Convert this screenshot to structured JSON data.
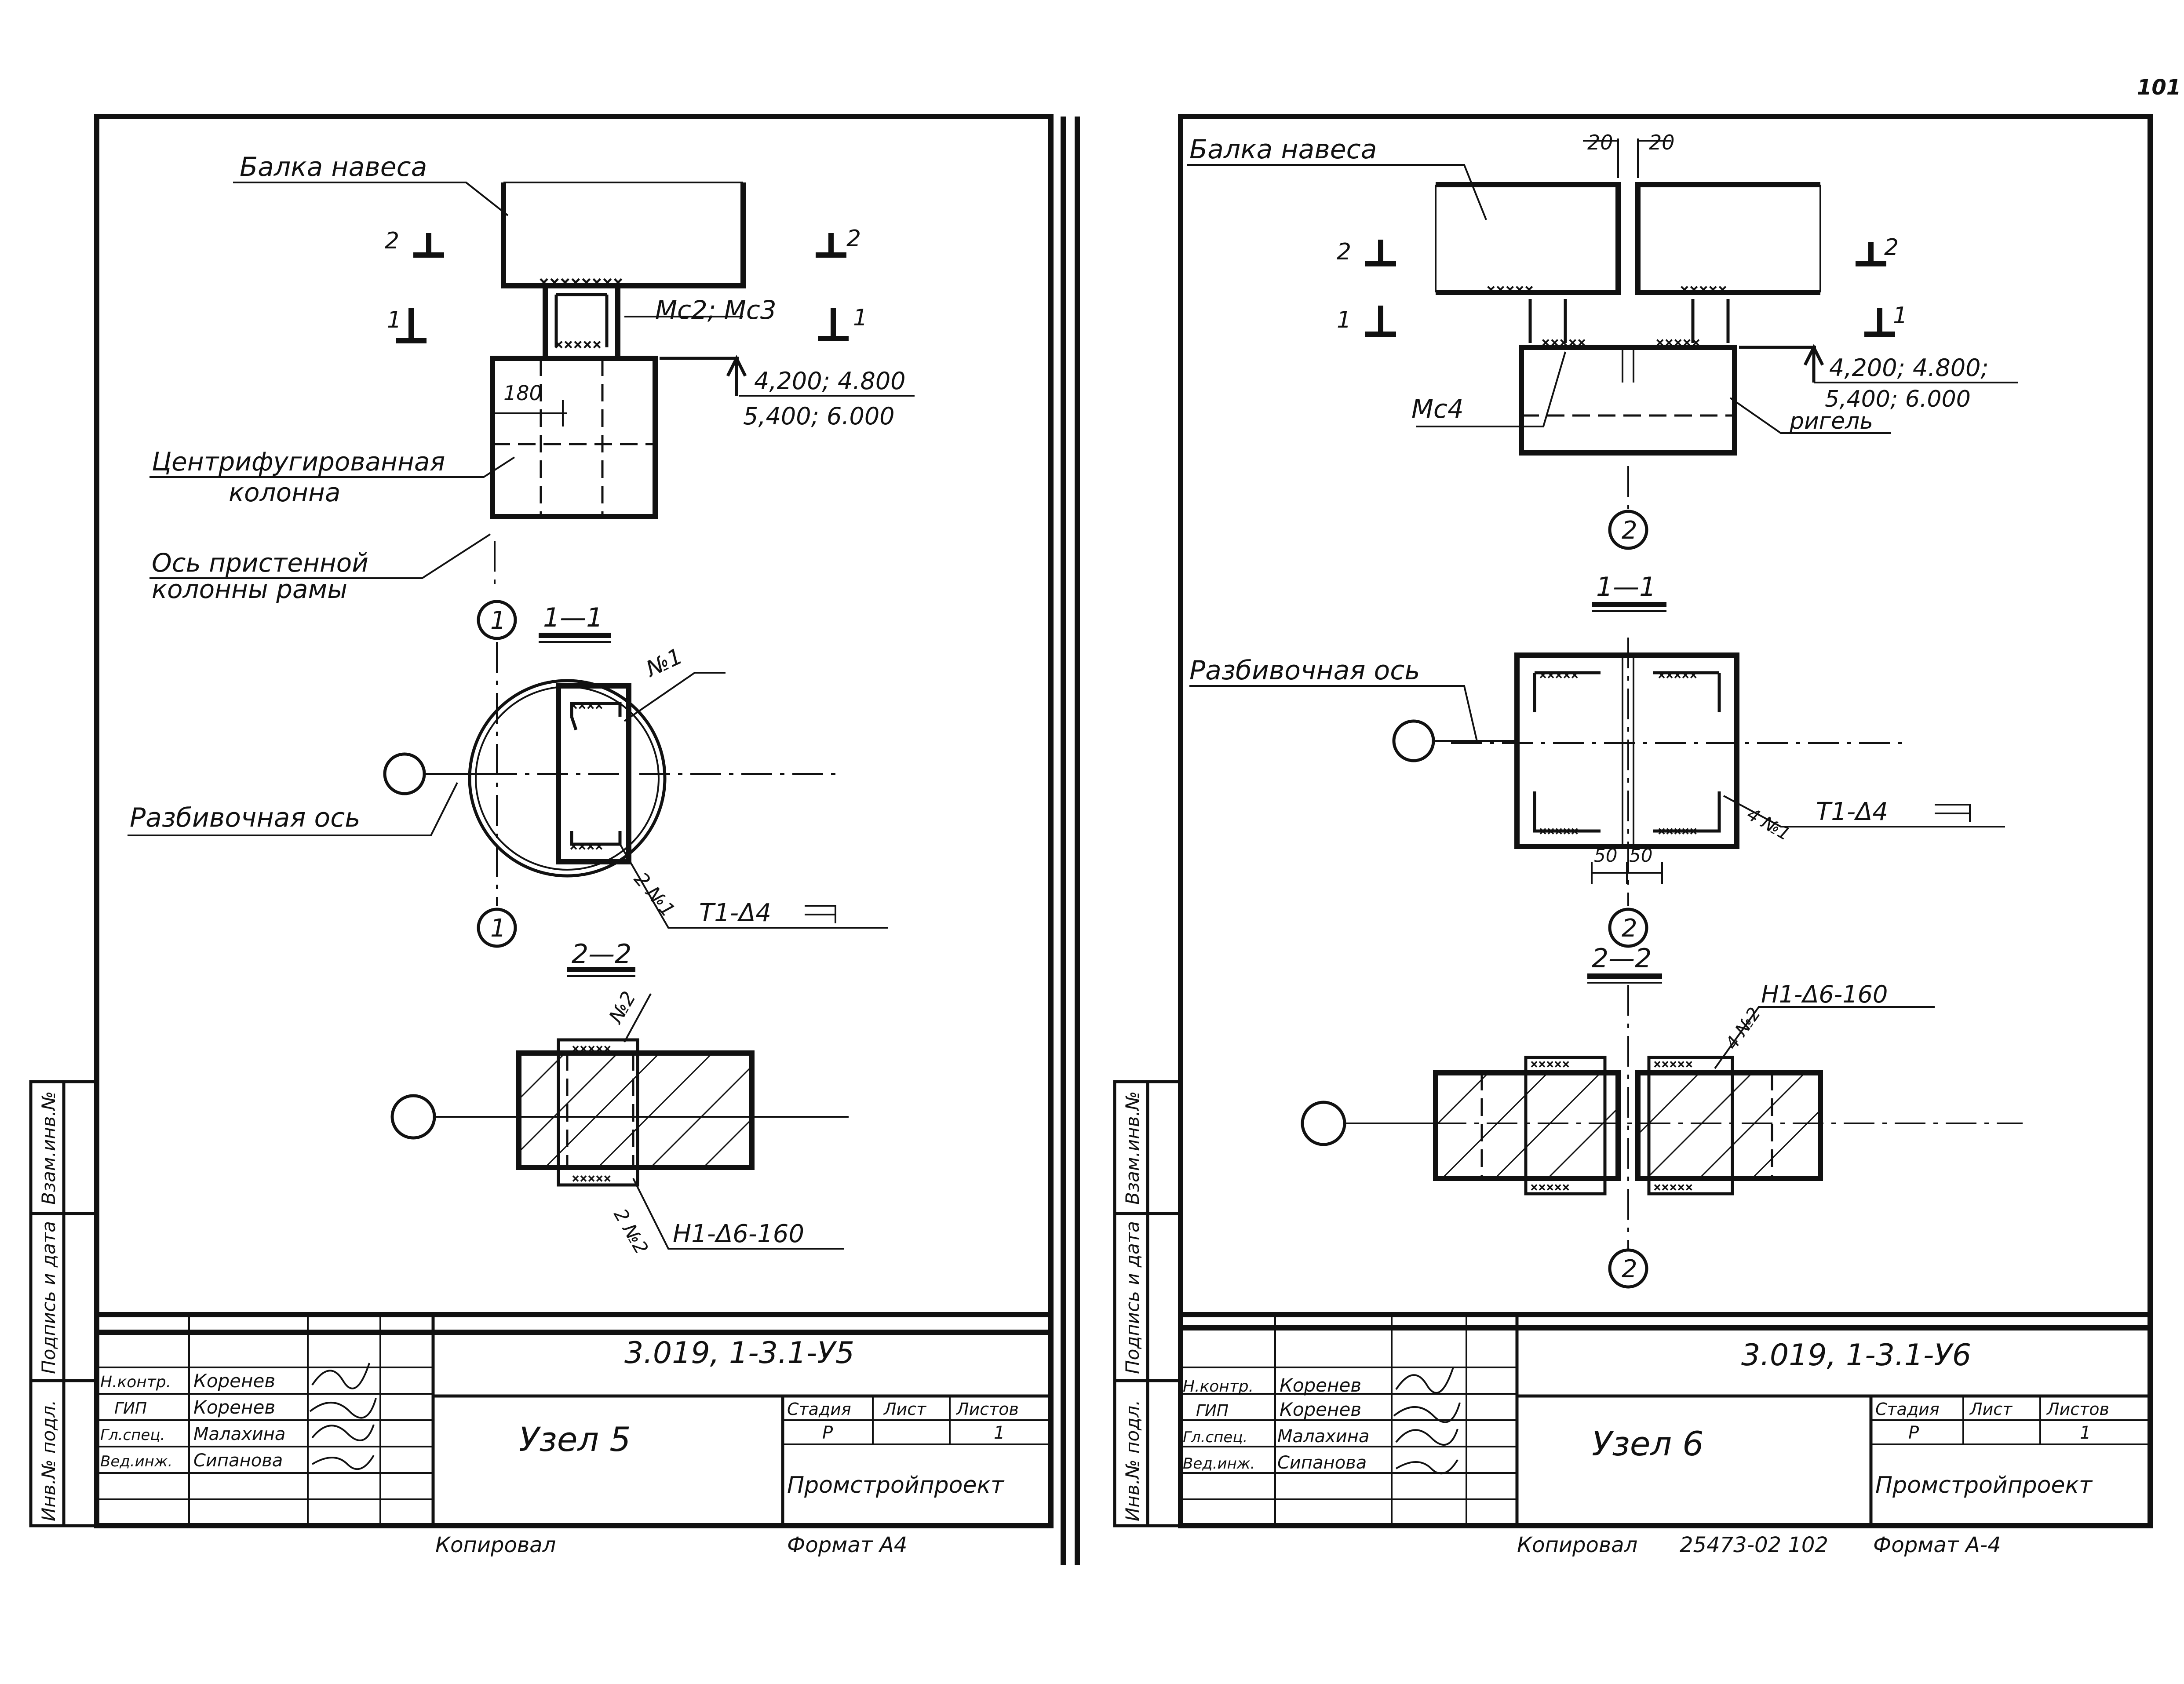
{
  "page_number": "101",
  "left_sheet": {
    "beam_label": "Балка навеса",
    "part_marks": "Мс2; Мс3",
    "dim_180": "180",
    "elevations_1": "4,200; 4.800",
    "elevations_2": "5,400; 6.000",
    "column_label_1": "Центрифугированная",
    "column_label_2": "колонна",
    "axis_label_1": "Ось пристенной",
    "axis_label_2": "колонны рамы",
    "section_1_title": "1—1",
    "section_2_title": "2—2",
    "cut_mark_1": "1",
    "cut_mark_2": "2",
    "axis_marker": "1",
    "layout_axis": "Разбивочная ось",
    "weld_note_1": "№1",
    "weld_note_2": "2 №1",
    "weld_note_3": "№2",
    "weld_note_4": "2 №2",
    "weld_symbol_1": "Т1-Δ4",
    "weld_symbol_2": "Н1-Δ6-160",
    "title_block": {
      "designation": "3.019, 1-3.1-У5",
      "node_title": "Узел 5",
      "rows": [
        {
          "role": "Н.контр.",
          "name": "Коренев"
        },
        {
          "role": "ГИП",
          "name": "Коренев"
        },
        {
          "role": "Гл.спец.",
          "name": "Малахина"
        },
        {
          "role": "Вед.инж.",
          "name": "Сипанова"
        }
      ],
      "stage_header": "Стадия",
      "sheet_header": "Лист",
      "sheets_header": "Листов",
      "stage_value": "Р",
      "sheets_value": "1",
      "organization": "Промстройпроект"
    },
    "side_stamp": {
      "inv_orig": "Инв.№ подл.",
      "sign_date": "Подпись и дата",
      "inv_repl": "Взам.инв.№"
    },
    "footer_copied": "Копировал",
    "footer_format": "Формат А4"
  },
  "right_sheet": {
    "beam_label": "Балка навеса",
    "gap_dim_left": "20",
    "gap_dim_right": "20",
    "part_mark": "Мс4",
    "elevations_1": "4,200; 4.800;",
    "elevations_2": "5,400; 6.000",
    "rigel_label": "ригель",
    "cut_mark_1": "1",
    "cut_mark_2": "2",
    "axis_marker": "2",
    "section_1_title": "1—1",
    "section_2_title": "2—2",
    "layout_axis": "Разбивочная ось",
    "weld_note_1": "4 №1",
    "weld_note_2": "4 №2",
    "dim_50_left": "50",
    "dim_50_right": "50",
    "weld_symbol_1": "Т1-Δ4",
    "weld_symbol_2": "Н1-Δ6-160",
    "title_block": {
      "designation": "3.019, 1-3.1-У6",
      "node_title": "Узел 6",
      "rows": [
        {
          "role": "Н.контр.",
          "name": "Коренев"
        },
        {
          "role": "ГИП",
          "name": "Коренев"
        },
        {
          "role": "Гл.спец.",
          "name": "Малахина"
        },
        {
          "role": "Вед.инж.",
          "name": "Сипанова"
        }
      ],
      "stage_header": "Стадия",
      "sheet_header": "Лист",
      "sheets_header": "Листов",
      "stage_value": "Р",
      "sheets_value": "1",
      "organization": "Промстройпроект"
    },
    "side_stamp": {
      "inv_orig": "Инв.№ подл.",
      "sign_date": "Подпись и дата",
      "inv_repl": "Взам.инв.№"
    },
    "footer_copied": "Копировал",
    "footer_code": "25473-02 102",
    "footer_format": "Формат А-4"
  }
}
